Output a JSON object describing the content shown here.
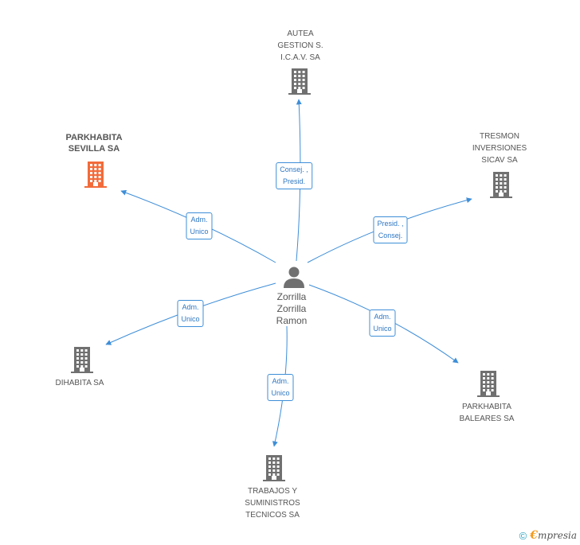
{
  "center": {
    "name_lines": [
      "Zorrilla",
      "Zorrilla",
      "Ramon"
    ]
  },
  "nodes": {
    "autea": {
      "lines": [
        "AUTEA",
        "GESTION S.",
        "I.C.A.V. SA"
      ]
    },
    "parkhabita_sevilla": {
      "lines": [
        "PARKHABITA",
        "SEVILLA SA"
      ],
      "highlighted": true,
      "color": "#f26b3a"
    },
    "tresmon": {
      "lines": [
        "TRESMON",
        "INVERSIONES",
        "SICAV SA"
      ]
    },
    "dihabita": {
      "lines": [
        "DIHABITA SA"
      ]
    },
    "parkhabita_baleares": {
      "lines": [
        "PARKHABITA",
        "BALEARES SA"
      ]
    },
    "trabajos": {
      "lines": [
        "TRABAJOS Y",
        "SUMINISTROS",
        "TECNICOS SA"
      ]
    }
  },
  "edges": {
    "autea": {
      "lines": [
        "Consej. ,",
        "Presid."
      ]
    },
    "parkhabita_sevilla": {
      "lines": [
        "Adm.",
        "Unico"
      ]
    },
    "tresmon": {
      "lines": [
        "Presid. ,",
        "Consej."
      ]
    },
    "dihabita": {
      "lines": [
        "Adm.",
        "Unico"
      ]
    },
    "parkhabita_baleares": {
      "lines": [
        "Adm.",
        "Unico"
      ]
    },
    "trabajos": {
      "lines": [
        "Adm.",
        "Unico"
      ]
    }
  },
  "colors": {
    "edge": "#3e8ed8",
    "building": "#707070",
    "highlight": "#f26b3a"
  },
  "footer": {
    "copyright_symbol": "©",
    "brand_initial": "€",
    "brand_rest": "mpresia"
  }
}
